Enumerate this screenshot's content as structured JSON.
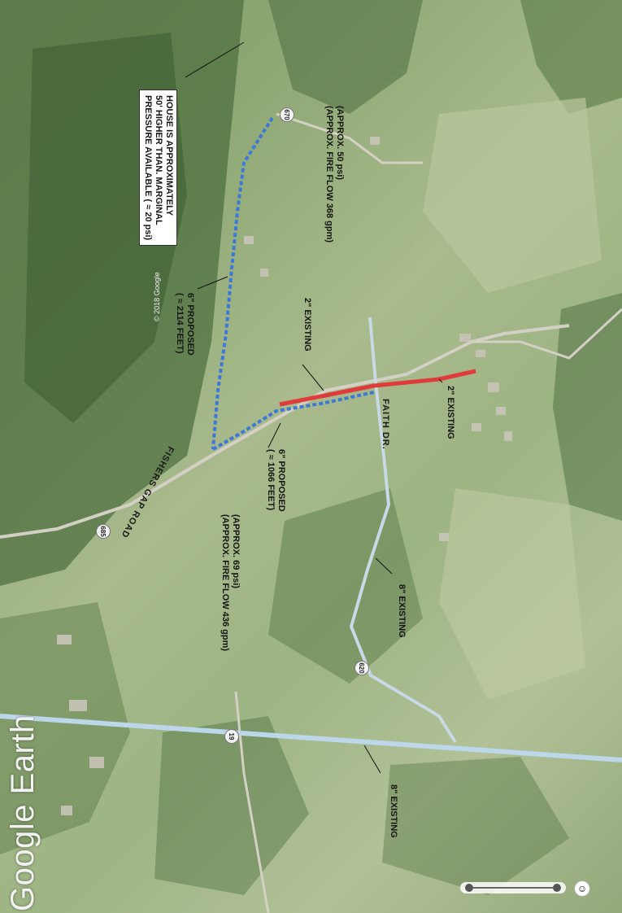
{
  "annotations": {
    "house_note": [
      "HOUSE IS APPROXIMATELY",
      "50' HIGHER THAN. MARGINAL",
      "PRESSURE AVAILABLE ( ≈ 20 psi)"
    ],
    "north_pressure": [
      "(APPROX. 50 psi)",
      "(APPROX. FIRE FLOW 368 gpm)"
    ],
    "south_pressure": [
      "(APPROX. 69 psi)",
      "(APPROX. FIRE FLOW 436 gpm)"
    ],
    "proposed_6_long": [
      "6\" PROPOSED",
      "( ≈ 2114 FEET)"
    ],
    "proposed_6_short": [
      "6\" PROPOSED",
      "( ≈ 1066 FEET)"
    ],
    "existing_2_left": "2\" EXISTING",
    "existing_2_right": "2\" EXISTING",
    "existing_8_faith": "8\" EXISTING",
    "existing_8_main": "8\" EXISTING"
  },
  "roads": {
    "fishers_gap": "FISHERS GAP ROAD",
    "faith_dr": "FAITH DR."
  },
  "shields": {
    "route_670": "670",
    "route_685": "685",
    "route_620": "620",
    "route_19": "19"
  },
  "branding": {
    "logo_text": "Google Earth",
    "copyright": "© 2018 Google"
  },
  "colors": {
    "proposed_line": "#3d78d8",
    "existing_2in_line": "#e03a3a",
    "existing_8in_line": "#bcd6ea",
    "label_text": "#151515"
  }
}
